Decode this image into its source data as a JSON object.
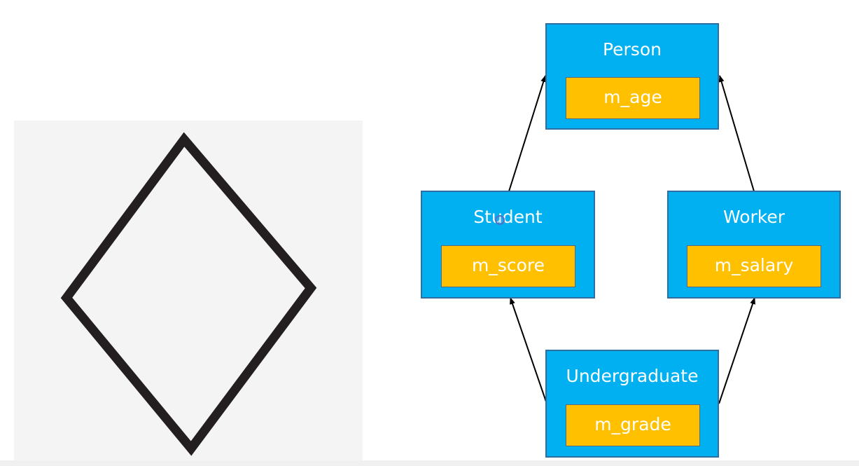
{
  "colors": {
    "class_fill": "#00b0f0",
    "field_fill": "#ffc000",
    "diamond_stroke": "#231f20",
    "arrow": "#000000"
  },
  "diagram": {
    "classes": {
      "person": {
        "name": "Person",
        "field": "m_age"
      },
      "student": {
        "name": "Student",
        "field": "m_score"
      },
      "worker": {
        "name": "Worker",
        "field": "m_salary"
      },
      "undergraduate": {
        "name": "Undergraduate",
        "field": "m_grade"
      }
    },
    "edges": [
      {
        "from": "student",
        "to": "person"
      },
      {
        "from": "worker",
        "to": "person"
      },
      {
        "from": "undergraduate",
        "to": "student"
      },
      {
        "from": "undergraduate",
        "to": "worker"
      }
    ]
  }
}
